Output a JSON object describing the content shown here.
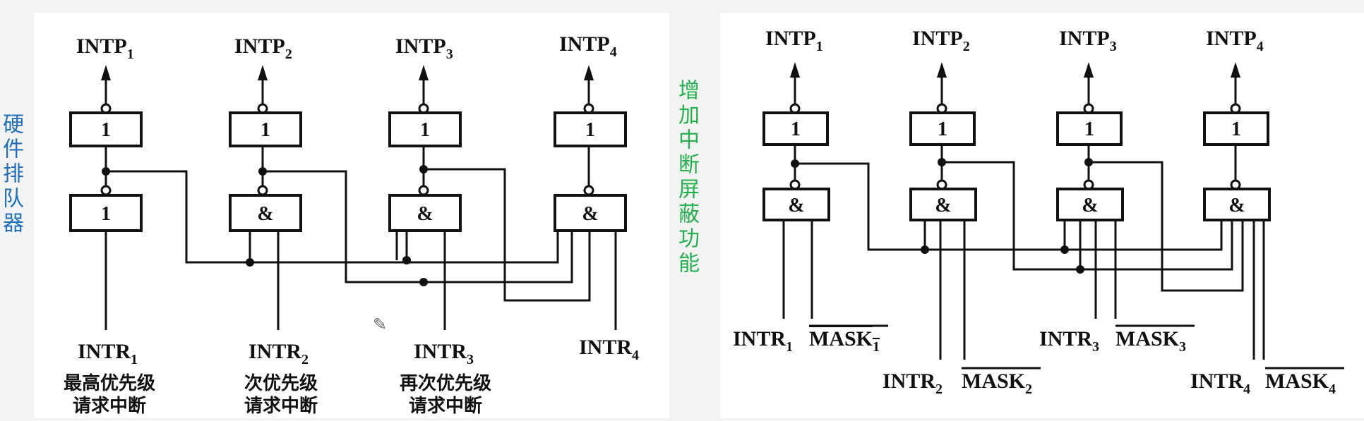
{
  "side_labels": {
    "left": "硬件排队器",
    "right": "增加中断屏蔽功能"
  },
  "gate_labels": {
    "not": "1",
    "and": "&"
  },
  "left_panel": {
    "outputs": [
      {
        "base": "INTP",
        "sub": "1"
      },
      {
        "base": "INTP",
        "sub": "2"
      },
      {
        "base": "INTP",
        "sub": "3"
      },
      {
        "base": "INTP",
        "sub": "4"
      }
    ],
    "inputs": [
      {
        "base": "INTR",
        "sub": "1",
        "line1": "最高优先级",
        "line2": "请求中断"
      },
      {
        "base": "INTR",
        "sub": "2",
        "line1": "次优先级",
        "line2": "请求中断"
      },
      {
        "base": "INTR",
        "sub": "3",
        "line1": "再次优先级",
        "line2": "请求中断"
      },
      {
        "base": "INTR",
        "sub": "4",
        "line1": "",
        "line2": ""
      }
    ]
  },
  "right_panel": {
    "outputs": [
      {
        "base": "INTP",
        "sub": "1"
      },
      {
        "base": "INTP",
        "sub": "2"
      },
      {
        "base": "INTP",
        "sub": "3"
      },
      {
        "base": "INTP",
        "sub": "4"
      }
    ],
    "inputs": [
      {
        "base": "INTR",
        "sub": "1",
        "mask": "MASK",
        "mask_sub": "1"
      },
      {
        "base": "INTR",
        "sub": "2",
        "mask": "MASK",
        "mask_sub": "2"
      },
      {
        "base": "INTR",
        "sub": "3",
        "mask": "MASK",
        "mask_sub": "3"
      },
      {
        "base": "INTR",
        "sub": "4",
        "mask": "MASK",
        "mask_sub": "4"
      }
    ]
  }
}
